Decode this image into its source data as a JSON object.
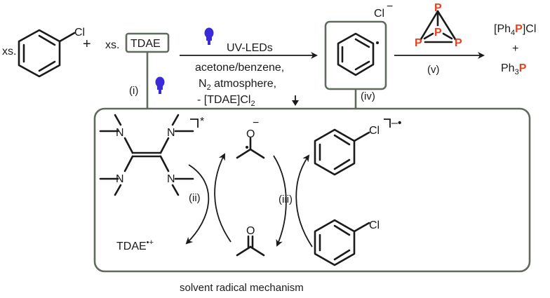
{
  "reagents": {
    "xs_1": "xs.",
    "cl_1": "Cl",
    "plus": "+",
    "xs_2": "xs.",
    "tdae": "TDAE"
  },
  "conditions": {
    "line1": "UV-LEDs",
    "line2": "acetone/benzene,",
    "line3_pre": "N",
    "line3_sub": "2",
    "line3_post": " atmosphere,",
    "line4_pre": "- [TDAE]Cl",
    "line4_sub": "2"
  },
  "intermediate": {
    "cl": "Cl",
    "minus": "−"
  },
  "p4": {
    "p": "P"
  },
  "products": {
    "line1_a": "[Ph",
    "line1_sub": "4",
    "line1_p": "P",
    "line1_b": "]Cl",
    "plus": "+",
    "line2_a": "Ph",
    "line2_sub": "3",
    "line2_p": "P"
  },
  "step_labels": {
    "i": "(i)",
    "ii": "(ii)",
    "iii": "(iii)",
    "iv": "(iv)",
    "v": "(v)"
  },
  "mechanism": {
    "n": "N",
    "star": "*",
    "minus": "−",
    "o": "O",
    "cl_radical_anion": "Cl",
    "cl_chlorobenzene": "Cl",
    "tdae_cation": "TDAE",
    "caption": "solvent radical mechanism"
  },
  "colors": {
    "phosphorus": "#e8401c",
    "led_bulb": "#3a2bd6",
    "box_stroke": "#5f6b5c"
  },
  "icons": [
    "led-bulb-icon",
    "led-bulb-icon"
  ]
}
